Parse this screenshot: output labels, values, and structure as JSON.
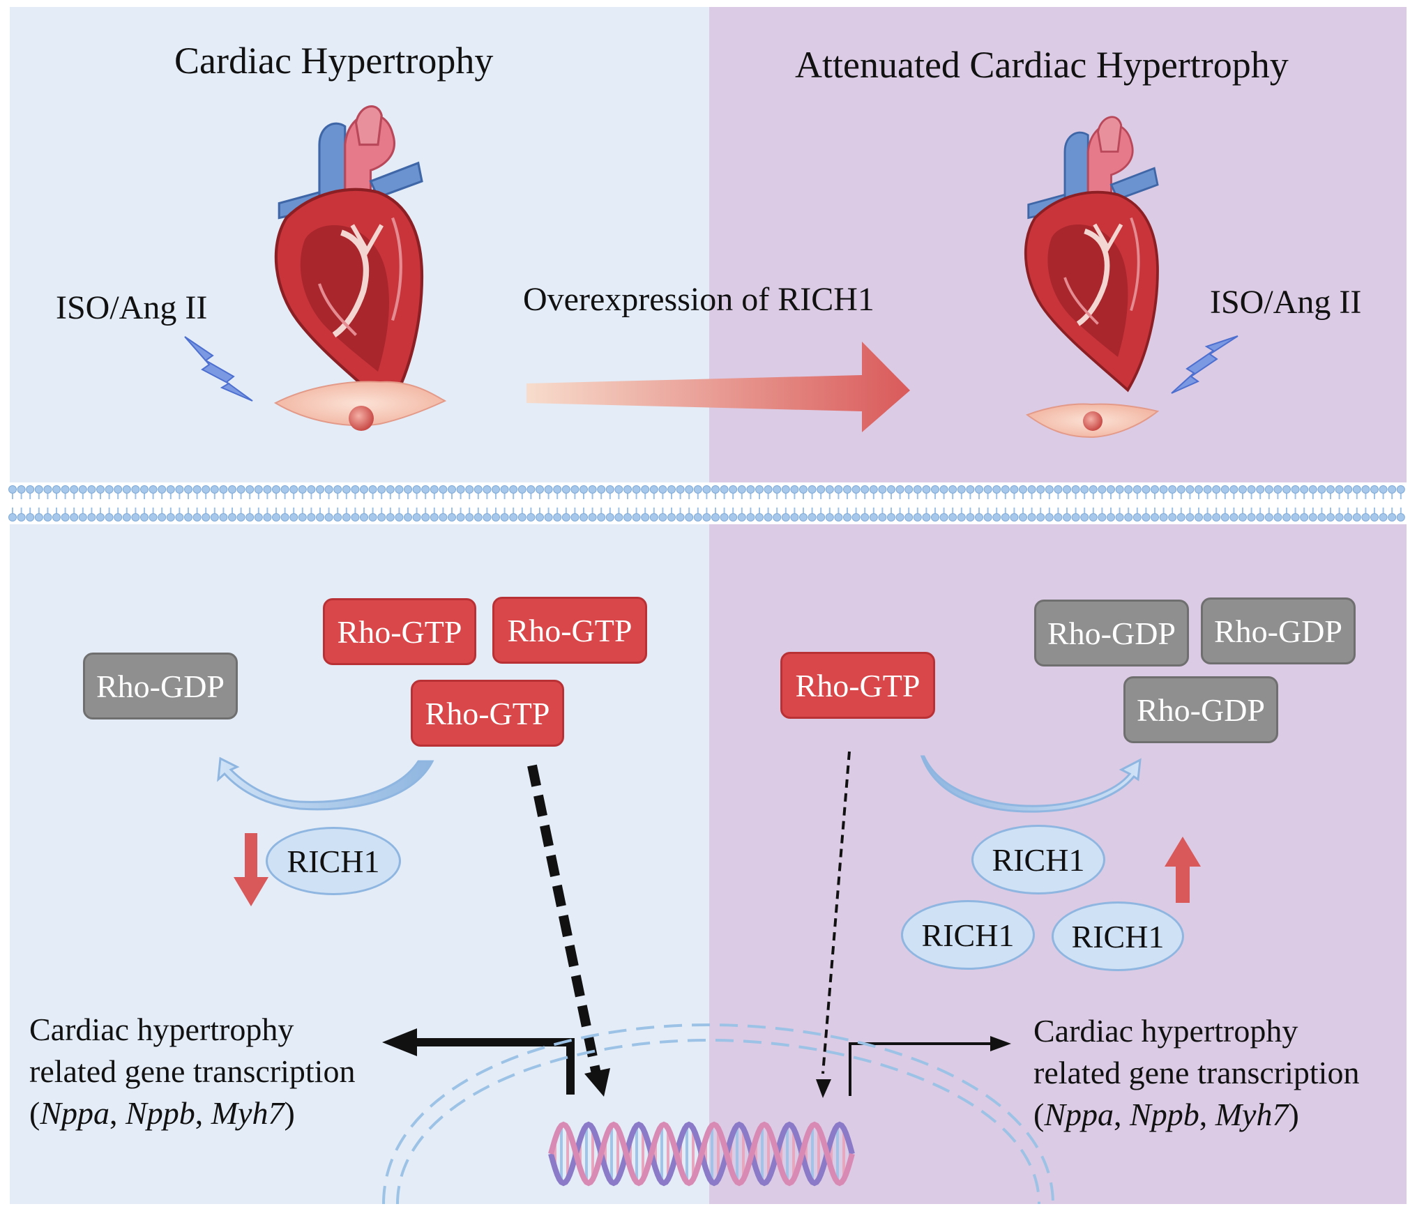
{
  "left_panel": {
    "title": "Cardiac Hypertrophy",
    "stimulus": "ISO/Ang II",
    "rho_gtp": [
      "Rho-GTP",
      "Rho-GTP",
      "Rho-GTP"
    ],
    "rho_gdp": [
      "Rho-GDP"
    ],
    "rich1": [
      "RICH1"
    ],
    "rich1_trend": "down",
    "gene_text": {
      "line1": "Cardiac hypertrophy",
      "line2": "related gene transcription",
      "open": "(",
      "genes": [
        "Nppa",
        "Nppb",
        "Myh7"
      ],
      "sep": ", ",
      "close": ")"
    }
  },
  "transition": {
    "label": "Overexpression of RICH1"
  },
  "right_panel": {
    "title": "Attenuated Cardiac Hypertrophy",
    "stimulus": "ISO/Ang II",
    "rho_gtp": [
      "Rho-GTP"
    ],
    "rho_gdp": [
      "Rho-GDP",
      "Rho-GDP",
      "Rho-GDP"
    ],
    "rich1": [
      "RICH1",
      "RICH1",
      "RICH1"
    ],
    "rich1_trend": "up",
    "gene_text": {
      "line1": "Cardiac hypertrophy",
      "line2": "related gene transcription",
      "open": "(",
      "genes": [
        "Nppa",
        "Nppb",
        "Myh7"
      ],
      "sep": ", ",
      "close": ")"
    }
  },
  "colors": {
    "left_bg": "#e3ecf7",
    "right_bg": "#dccbe4",
    "rho_gtp": "#d9474a",
    "rho_gdp": "#8f8f8f",
    "rich1_fill": "#cfe1f5",
    "membrane": "#9fc3ea",
    "trend_arrow": "#d9585a",
    "lightning": "#6f8fe0"
  },
  "icons": [
    "heart-icon",
    "cardiomyocyte-icon",
    "lightning-icon",
    "dna-helix-icon",
    "cell-membrane-icon",
    "nucleus-envelope-icon"
  ]
}
